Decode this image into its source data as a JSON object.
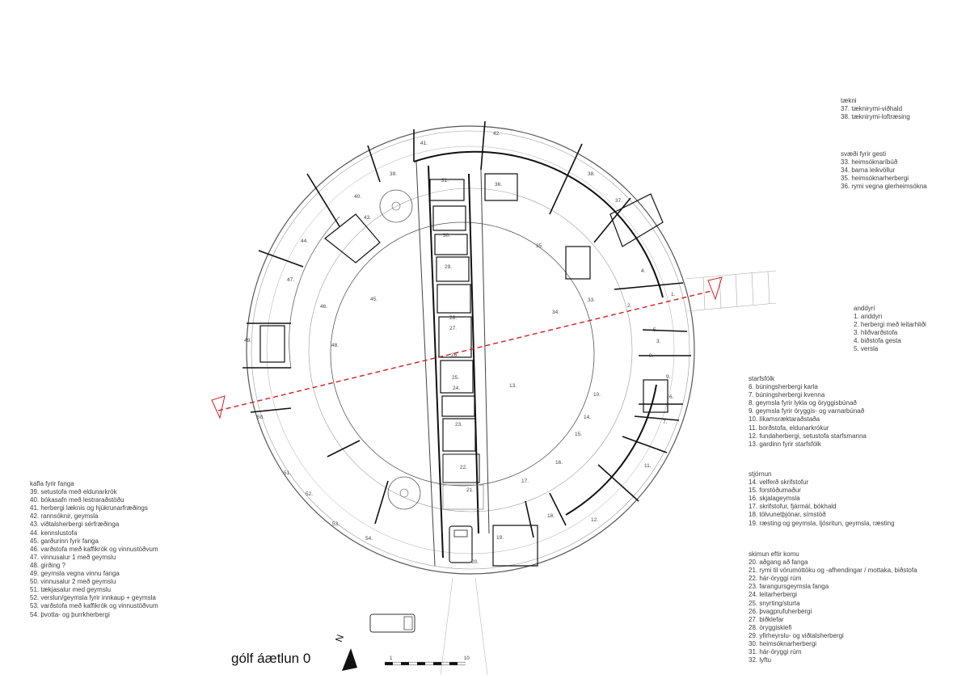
{
  "plan_title": "gólf áætlun 0",
  "north_label": "N",
  "scale": {
    "start": "1",
    "end": "10"
  },
  "legends": {
    "taekni": {
      "title": "tækni",
      "items": [
        "37. tæknirymi-viðhald",
        "38. tæknirymi-loftræsing"
      ]
    },
    "gestir": {
      "title": "svæði fyrir gesti",
      "items": [
        "33. heimsóknaríbúð",
        "34. barna leikvöllur",
        "35. heimsóknarherbergi",
        "36. rymi vegna glerheimsókna"
      ]
    },
    "anddyri": {
      "title": "anddyri",
      "items": [
        "1. anddyri",
        "2.  herbergi með leitarhliði",
        "3. hliðvarðstofa",
        "4. biðstofa gesta",
        "5. versla"
      ]
    },
    "starfsfolk": {
      "title": "starfsfólk",
      "items": [
        "6.  búningsherbergi karla",
        "7.  búningsherbergi kvenna",
        "8.  geymsla fyrir lykla og öryggisbúnað",
        "9.  geymsla fyrir öryggis- og varnarbúnað",
        "10. líkamsræktaraðstaða",
        "11. borðstofa, eldunarkrókur",
        "12. fundaherbergi, setustofa starfsmanna",
        "13.  gardinn fyrir starfsfólk"
      ]
    },
    "stjornun": {
      "title": "stjórnun",
      "items": [
        "14. velferð skrifstofur",
        "15. forstöðumaður",
        "16. skjalageymsla",
        "17. skrifstofur, fjármál, bókhald",
        "18. tölvunetþjónar, símstöð",
        "19. ræsting og geymsla, ljósritun, geymsla, ræsting"
      ]
    },
    "skimun": {
      "title": "skimun eftir komu",
      "items": [
        "20. aðgang að fanga",
        "21. rymi til vörumóttöku og -afhendingar / mottaka, biðstofa",
        "22.  hár-öryggi rúm",
        "23. farangursgeymsla fanga",
        "24. leitarherbergi",
        "25. snyrting/sturta",
        "26. þvagprufuherbergi",
        "27. biðklefar",
        "28. öryggisklefi",
        "29. yfirheyrslu- og viðtalsherbergi",
        "30. heimsóknarherbergi",
        "31.  hár-öryggi rúm",
        "32. lyftu"
      ]
    },
    "fangar": {
      "title": "kafla fyrir fanga",
      "items": [
        "39.  setustofa með eldunarkrók",
        "40. bókasafn með lestraraðstöðu",
        "41. herbergi læknis og hjúkrunarfræðings",
        "42. rannsóknir, geymsla",
        "43.  viðtalsherbergi sérfræðinga",
        "44. kennslustofa",
        "45. garðurinn fyrir fanga",
        "46. varðstofa með kaffikrók og vinnustöðvum",
        "47.  vinnusalur 1  með geymslu",
        "48. girðing ?",
        "49. geymsla vegna vinnu fanga",
        "50.  vinnusalur 2  með geymslu",
        "51.  tækjasalur med geymslu",
        "52.  verslun/geymsla fyrir innkaup + geymsla",
        "53. varðstofa með kaffikrók og vinnustöðvum",
        "54. þvotta- og þurrkherbergi"
      ]
    }
  },
  "room_labels": [
    "1.",
    "2.",
    "3.",
    "4.",
    "5.",
    "6.",
    "7.",
    "8.",
    "9.",
    "10.",
    "11.",
    "12.",
    "13.",
    "14.",
    "15.",
    "16.",
    "17.",
    "18.",
    "19.",
    "20.",
    "21.",
    "22.",
    "23.",
    "24.",
    "25.",
    "26.",
    "27.",
    "28.",
    "29.",
    "30.",
    "31.",
    "33.",
    "34.",
    "35.",
    "36.",
    "37.",
    "38.",
    "39.",
    "40.",
    "41.",
    "42.",
    "43.",
    "44.",
    "45.",
    "46.",
    "47.",
    "48.",
    "49.",
    "50.",
    "51.",
    "52.",
    "53.",
    "54."
  ],
  "colors": {
    "section_line": "#d21f1f",
    "wall": "#111111",
    "thin_line": "#888888"
  }
}
